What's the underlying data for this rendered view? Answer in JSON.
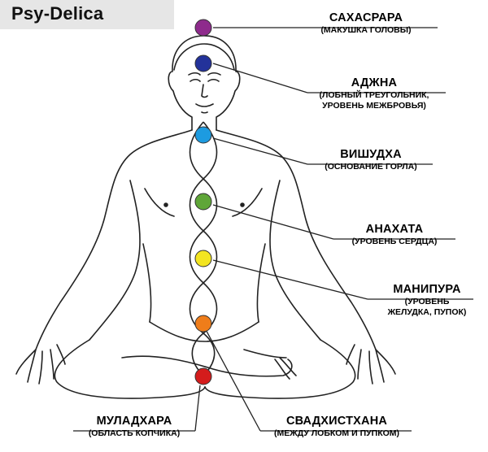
{
  "brand": {
    "text": "Psy-Delica"
  },
  "colors": {
    "line": "#222222",
    "sahasrara": "#8e2a8c",
    "ajna": "#23329a",
    "vishuddha": "#1d9be0",
    "anahata": "#5fa638",
    "manipura": "#f3e521",
    "svadhisthana": "#ef7d1a",
    "muladhara": "#d41c1c"
  },
  "chakras": {
    "sahasrara": {
      "name": "САХАСРАРА",
      "desc": "(МАКУШКА ГОЛОВЫ)"
    },
    "ajna": {
      "name": "АДЖНА",
      "desc1": "(ЛОБНЫЙ ТРЕУГОЛЬНИК,",
      "desc2": "УРОВЕНЬ МЕЖБРОВЬЯ)"
    },
    "vishuddha": {
      "name": "ВИШУДХА",
      "desc": "(ОСНОВАНИЕ ГОРЛА)"
    },
    "anahata": {
      "name": "АНАХАТА",
      "desc": "(УРОВЕНЬ СЕРДЦА)"
    },
    "manipura": {
      "name": "МАНИПУРА",
      "desc1": "(УРОВЕНЬ",
      "desc2": "ЖЕЛУДКА, ПУПОК)"
    },
    "svadhisthana": {
      "name": "СВАДХИСТХАНА",
      "desc": "(МЕЖДУ ЛОБКОМ И ПУПКОМ)"
    },
    "muladhara": {
      "name": "МУЛАДХАРА",
      "desc": "(ОБЛАСТЬ КОПЧИКА)"
    }
  }
}
